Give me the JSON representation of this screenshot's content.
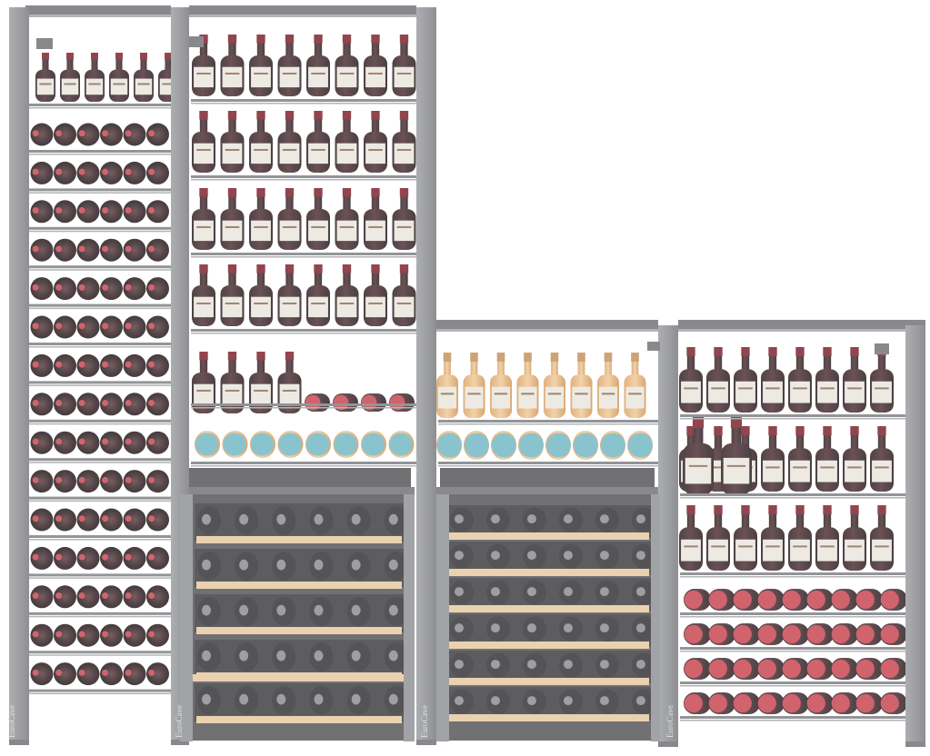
{
  "image": {
    "subject": "modular-wine-storage-racks",
    "colors": {
      "frame": "#8e8f93",
      "frame_dark": "#6f7074",
      "frame_light": "#a3a4a8",
      "shelf": "#7c7d81",
      "background": "#ffffff",
      "red_bottle": "#3a2226",
      "red_capsule": "#c7414e",
      "label": "#e9e6df",
      "rose_bottle": "#e9b77a",
      "wood_trim": "#e6c8a0",
      "drawer_bottle": "#2f2f33"
    }
  },
  "brand": {
    "label_1": "EuroCave",
    "label_2": "EuroCave",
    "label_3": "EuroCave",
    "label_4": "EuroCave"
  },
  "modules": [
    {
      "name": "tall-column-rack",
      "shelves": 16,
      "bottles_per_shelf": 6
    },
    {
      "name": "display-rack-with-drawers",
      "display_shelves": 6,
      "drawers": 5
    },
    {
      "name": "low-rack-with-drawers",
      "display_shelves": 2,
      "drawers": 6
    },
    {
      "name": "low-display-rack",
      "display_shelves": 3,
      "storage_shelves": 4
    }
  ]
}
